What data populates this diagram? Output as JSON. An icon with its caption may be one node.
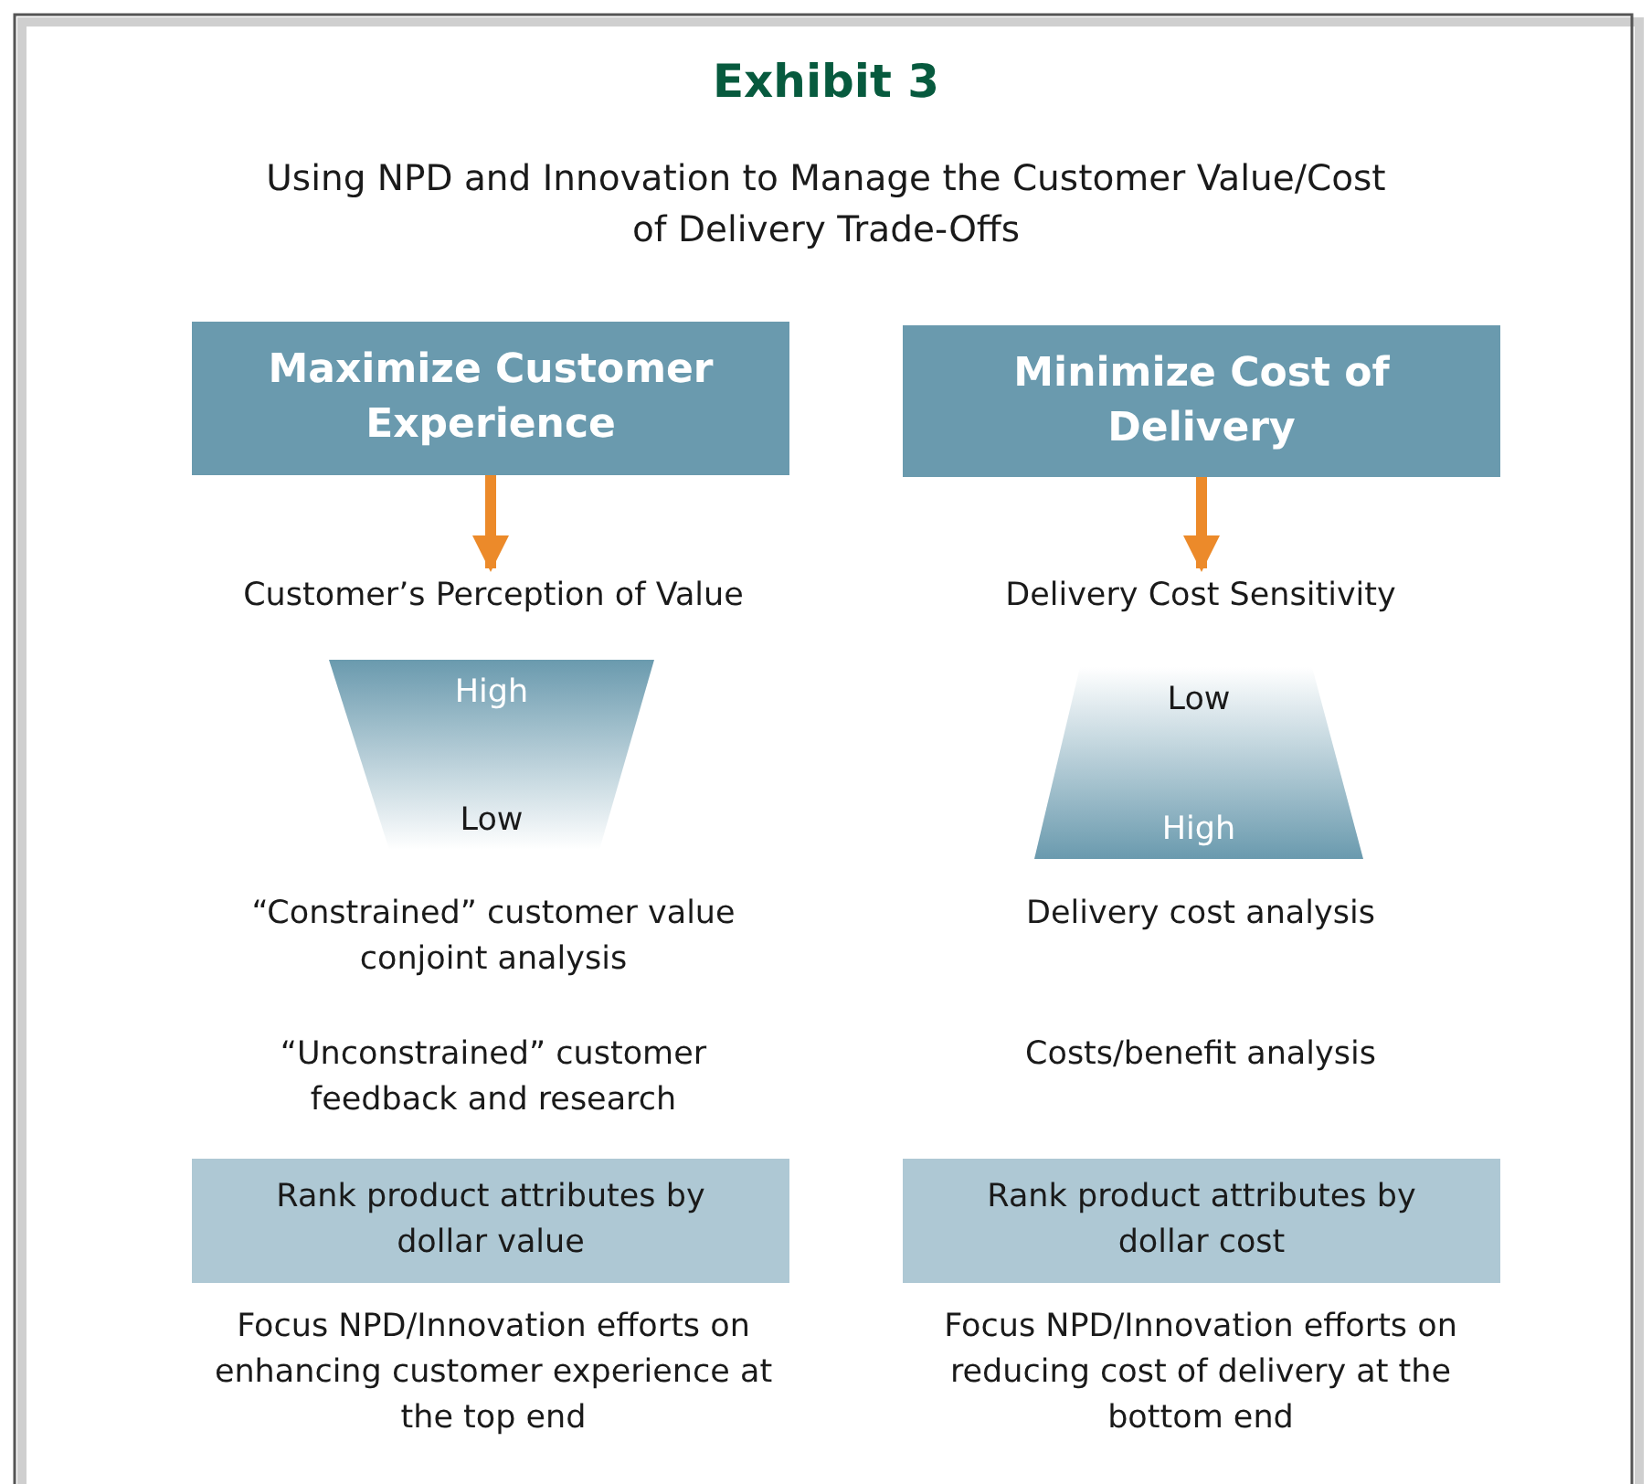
{
  "diagram": {
    "title": "Exhibit 3",
    "nodes": [
      {
        "text": [
          "Maximize Customer Experience"
        ]
      },
      {
        "text": [
          "Minimize Cost of Delivery"
        ]
      },
      {
        "text": [
          "Customer’s Perception of Value"
        ]
      },
      {
        "text": [
          "Delivery Cost Sensitivity"
        ]
      },
      {
        "text": [
          "High",
          "Low"
        ]
      },
      {
        "text": [
          "Low",
          "High"
        ]
      },
      {
        "text": [
          "Rank product attributes by dollar value"
        ]
      },
      {
        "text": [
          "Rank product attributes by dollar cost"
        ]
      }
    ],
    "edges": [
      {
        "from": 0,
        "to": 2,
        "arrow": "to"
      },
      {
        "from": 1,
        "to": 3,
        "arrow": "to"
      }
    ],
    "labels": [
      "Using NPD and Innovation to Manage the Customer Value/Cost of Delivery Trade-Offs",
      "“Constrained” customer value conjoint analysis",
      "Delivery cost analysis",
      "“Unconstrained” customer feedback and research",
      "Costs/benefit analysis",
      "Focus NPD/Innovation efforts on enhancing customer experience at the top end",
      "Focus NPD/Innovation efforts on reducing cost of delivery at the bottom end"
    ]
  }
}
